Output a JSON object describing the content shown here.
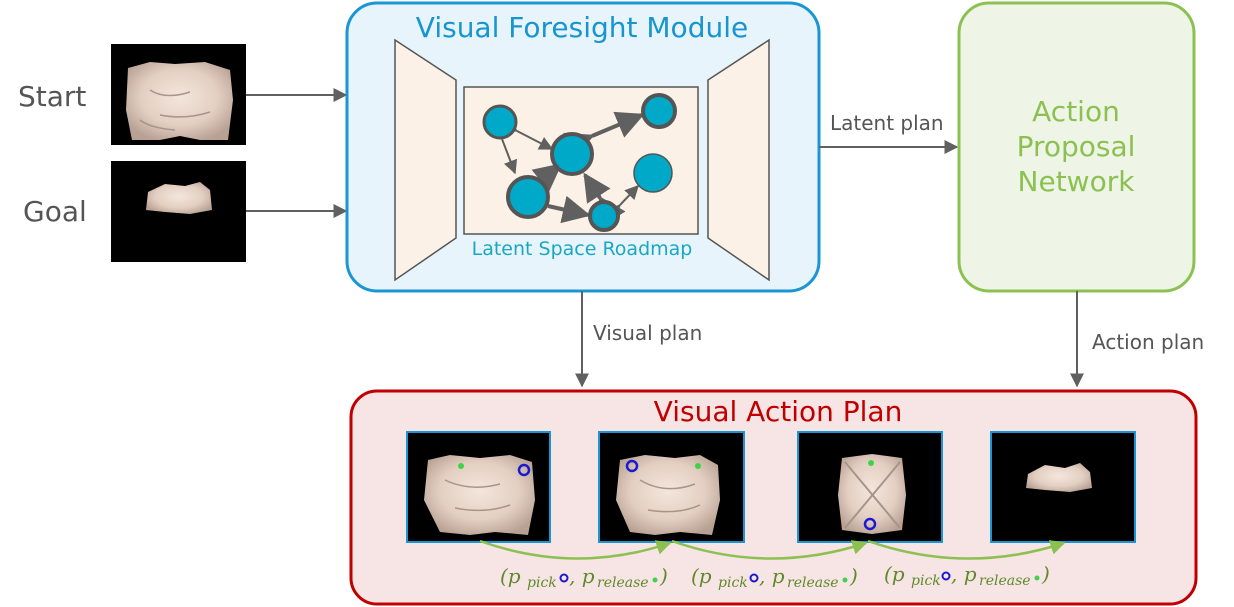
{
  "inputs": {
    "start_label": "Start",
    "goal_label": "Goal"
  },
  "vfm": {
    "title": "Visual Foresight Module",
    "roadmap_label": "Latent Space Roadmap"
  },
  "apn": {
    "title_lines": [
      "Action",
      "Proposal",
      "Network"
    ]
  },
  "arrows": {
    "latent_plan": "Latent plan",
    "visual_plan": "Visual plan",
    "action_plan": "Action plan"
  },
  "vap": {
    "title": "Visual Action Plan",
    "actions": [
      {
        "open": "(p",
        "pick_sub": "pick",
        "sep": ", p",
        "release_sub": "release",
        "close": ")"
      },
      {
        "open": "(p",
        "pick_sub": "pick",
        "sep": ", p",
        "release_sub": "release",
        "close": ")"
      },
      {
        "open": "(p",
        "pick_sub": "pick",
        "sep": ", p",
        "release_sub": "release",
        "close": ")"
      }
    ]
  },
  "colors": {
    "vfm_border": "#1a96d4",
    "vfm_fill": "#e8f4fb",
    "vfm_title": "#1795d0",
    "roadmap_label": "#1aa7c4",
    "node_fill": "#00a9c7",
    "node_stroke": "#555555",
    "trapezoid_fill": "#fbf1e6",
    "apn_border": "#8cc152",
    "apn_fill": "#eef5e6",
    "apn_text": "#8cc152",
    "vap_border": "#c00000",
    "vap_fill": "#f7e4e4",
    "vap_title": "#c00000",
    "green": "#8cc152",
    "label_gray": "#555555",
    "arrow_gray": "#606060",
    "action_text": "#5f8a2a",
    "pick_marker": "#1a1ad0",
    "release_marker": "#3ed34a"
  }
}
